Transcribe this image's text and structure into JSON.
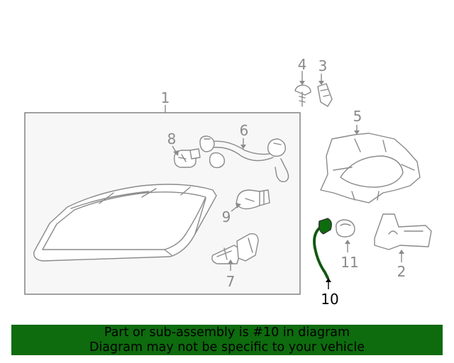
{
  "diagram": {
    "callouts": {
      "c1": "1",
      "c2": "2",
      "c3": "3",
      "c4": "4",
      "c5": "5",
      "c6": "6",
      "c7": "7",
      "c8": "8",
      "c9": "9",
      "c10": "10",
      "c11": "11"
    },
    "highlighted_part": "10",
    "colors": {
      "line": "#8a8a8a",
      "highlight_part": "#0e6b0e",
      "banner": "#0e6b0e"
    }
  },
  "banner": {
    "line1": "Part or sub-assembly is #10 in diagram",
    "line2": "Diagram may not be specific to your vehicle"
  }
}
